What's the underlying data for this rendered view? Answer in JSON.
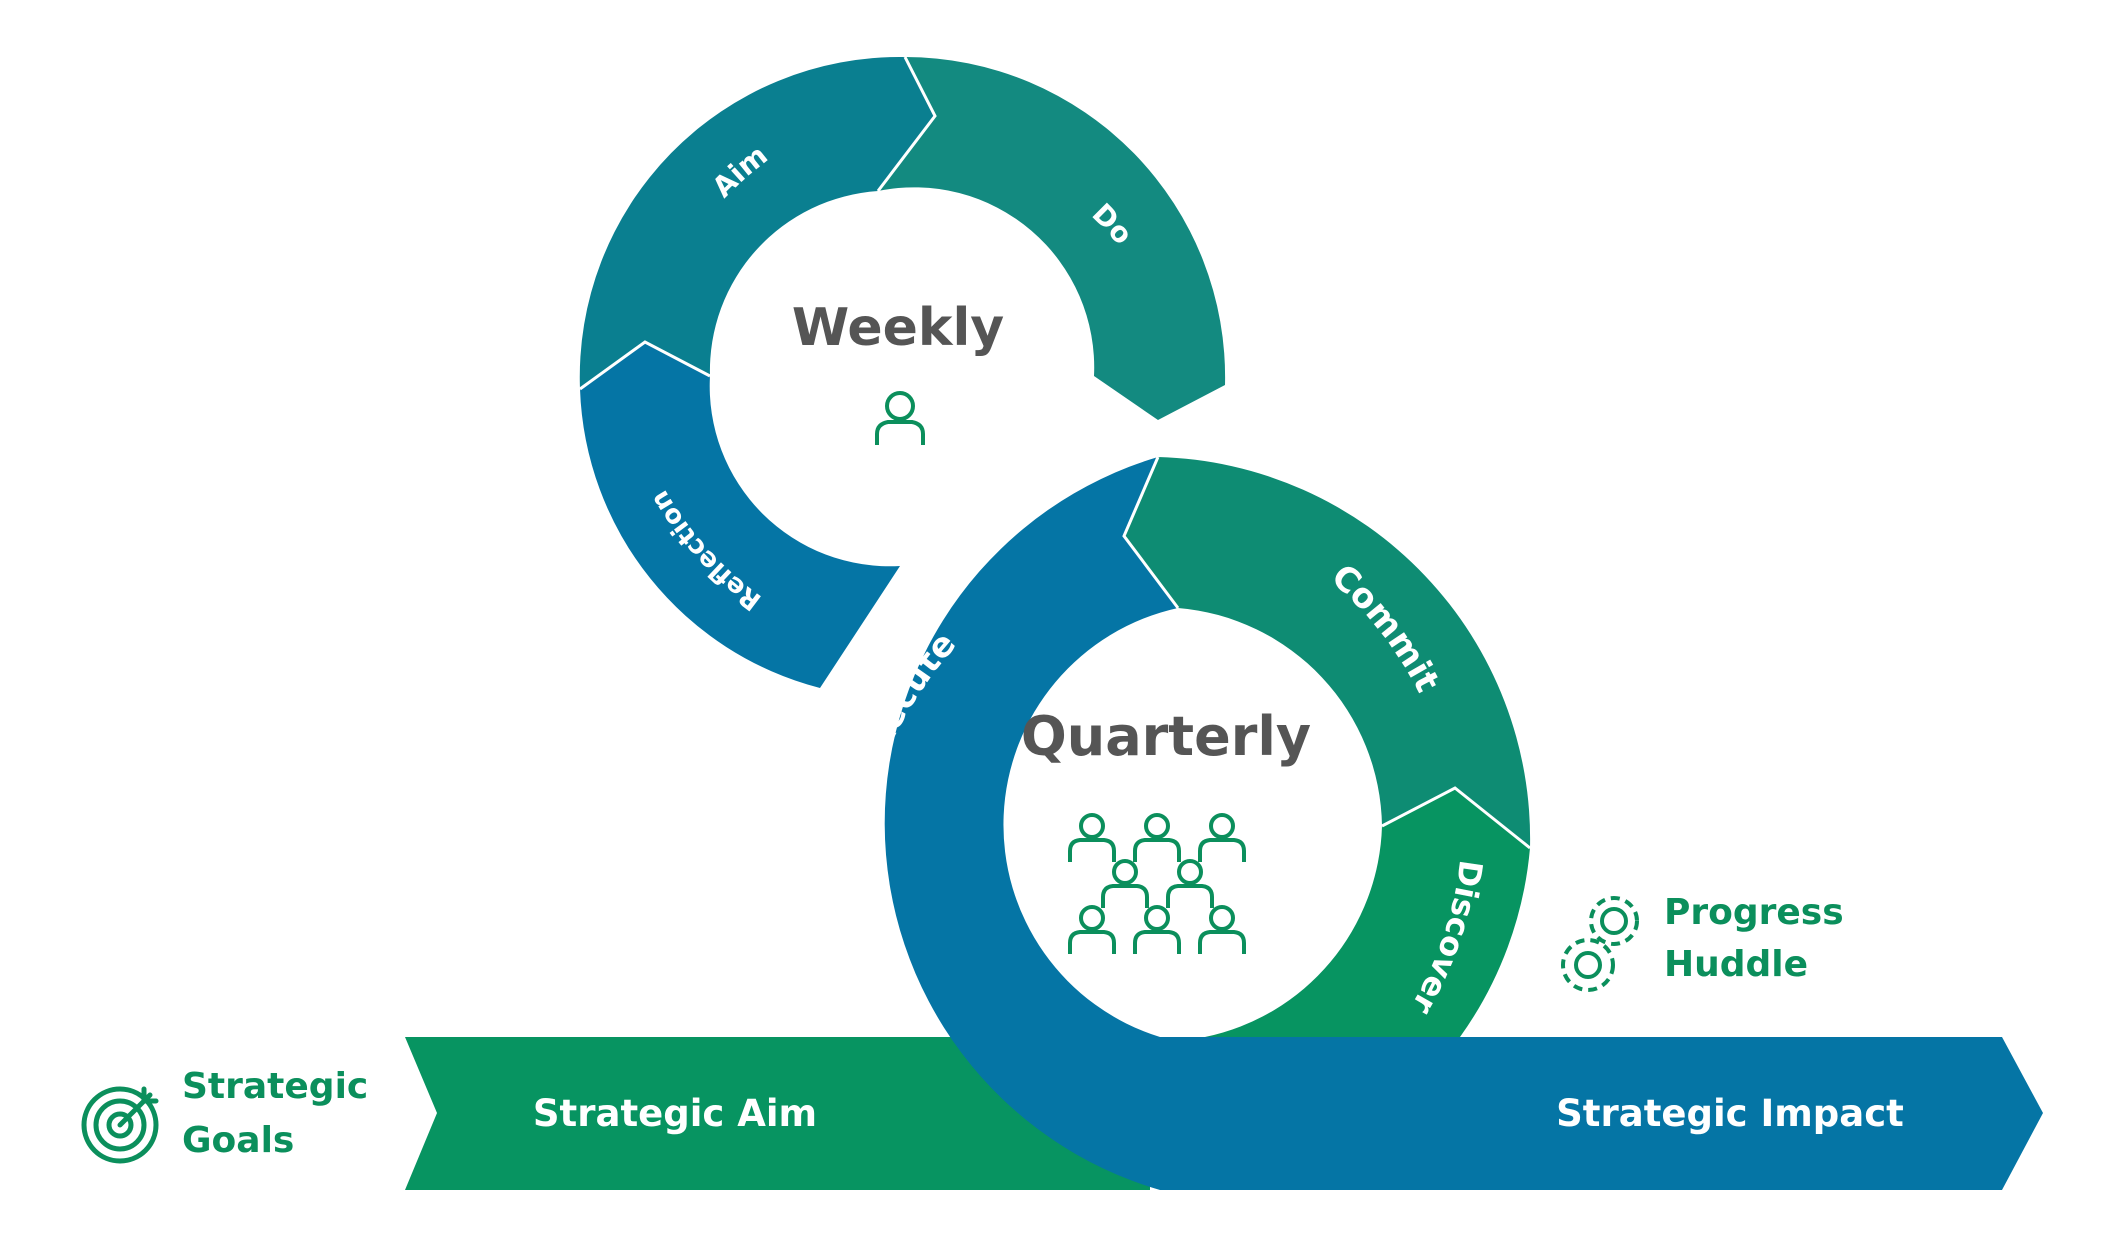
{
  "colors": {
    "teal_dark": "#0a7f90",
    "teal": "#138a80",
    "blue": "#0575a5",
    "green_teal": "#0e8c73",
    "green": "#079461",
    "icon_green": "#0b8f5c",
    "title_gray": "#555555"
  },
  "weekly": {
    "title": "Weekly",
    "icon": "person-icon",
    "segments": [
      {
        "label": "Aim"
      },
      {
        "label": "Do"
      },
      {
        "label": "Reflection"
      }
    ]
  },
  "quarterly": {
    "title": "Quarterly",
    "icon": "team-icon",
    "segments": [
      {
        "label": "Execute"
      },
      {
        "label": "Commit"
      },
      {
        "label": "Discover"
      }
    ]
  },
  "progress_huddle": {
    "icon": "gears-icon",
    "line1": "Progress",
    "line2": "Huddle"
  },
  "strategic_goals": {
    "icon": "target-icon",
    "line1": "Strategic",
    "line2": "Goals"
  },
  "band": {
    "aim_label": "Strategic Aim",
    "impact_label": "Strategic Impact"
  }
}
